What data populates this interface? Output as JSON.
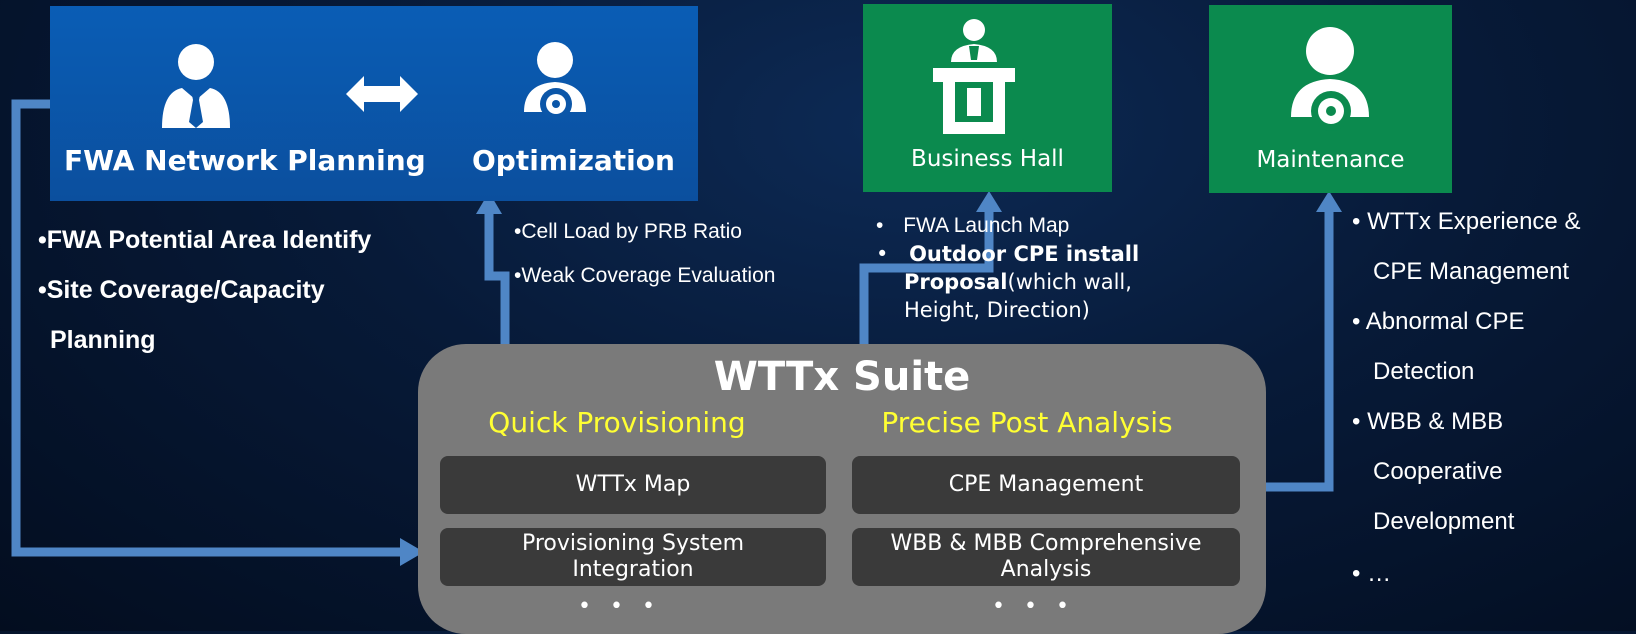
{
  "planning_box": {
    "left_label": "FWA Network Planning",
    "right_label": "Optimization"
  },
  "planning_bullets": [
    "•FWA Potential Area Identify",
    "•Site Coverage/Capacity",
    "Planning"
  ],
  "optimization_bullets": [
    "•Cell Load by PRB Ratio",
    "•Weak Coverage Evaluation"
  ],
  "business_hall": {
    "label": "Business Hall",
    "bullets": [
      {
        "marker": "•",
        "text": "FWA Launch Map"
      },
      {
        "marker": "•",
        "bold": "Outdoor CPE install",
        "line2_bold": "Proposal",
        "line2_rest": "(which wall,",
        "line3": "Height, Direction)"
      }
    ]
  },
  "maintenance": {
    "label": "Maintenance",
    "bullets": [
      "• WTTx Experience &",
      "CPE Management",
      "• Abnormal CPE",
      "Detection",
      "• WBB & MBB",
      "Cooperative",
      "Development",
      "• …"
    ]
  },
  "suite": {
    "title": "WTTx Suite",
    "left_heading": "Quick Provisioning",
    "right_heading": "Precise Post Analysis",
    "left_tiles": [
      "WTTx Map",
      "Provisioning System Integration"
    ],
    "right_tiles": [
      "CPE Management",
      "WBB & MBB Comprehensive Analysis"
    ],
    "more": "• • •"
  },
  "colors": {
    "blue_box": "#0b56a8",
    "green_box": "#0b8a4e",
    "connector": "#4f86c6",
    "heading_yellow": "#ffff33",
    "suite_bg": "#7a7a7a",
    "tile_bg": "#3a3a3a"
  },
  "icons": [
    "businessman-icon",
    "double-arrow-icon",
    "user-gear-icon",
    "podium-icon",
    "maintenance-user-icon"
  ]
}
